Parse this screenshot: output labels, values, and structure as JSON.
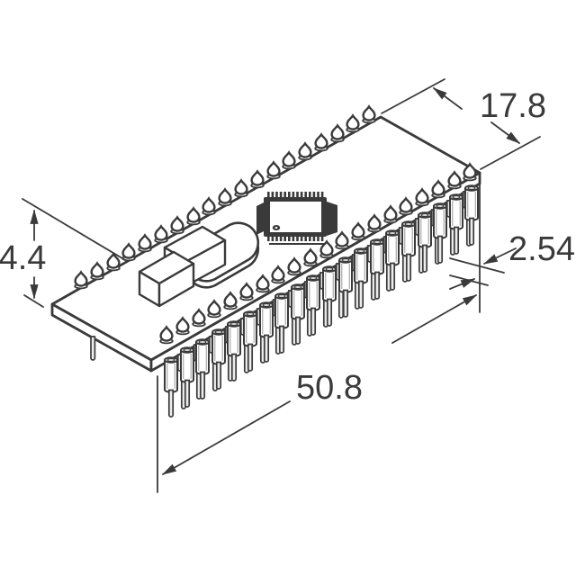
{
  "drawing": {
    "kind": "isometric technical dimension drawing",
    "subject": "40-pin DIP header module PCB",
    "colors": {
      "line": "#3a3a3a",
      "background": "#ffffff",
      "pin_fill": "#ececec",
      "body_fill": "#ffffff"
    },
    "dim": {
      "width": "17.8",
      "pitch": "2.54",
      "height": "4.4",
      "length": "50.8"
    },
    "pins": {
      "front_header_pins": 20,
      "front_solder_joints": 20,
      "back_solder_joints": 19
    }
  }
}
